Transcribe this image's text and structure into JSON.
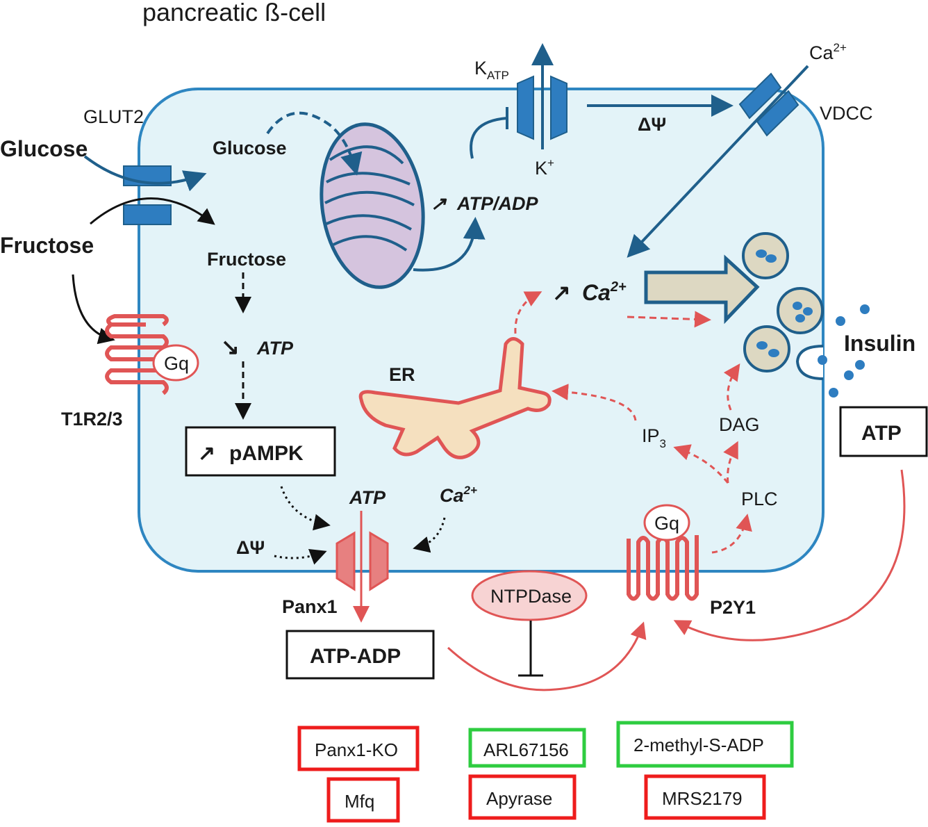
{
  "title": "pancreatic ß-cell",
  "labels": {
    "glut2": "GLUT2",
    "glucose_outside": "Glucose",
    "fructose_outside": "Fructose",
    "glucose_inside": "Glucose",
    "fructose_inside": "Fructose",
    "t1r23": "T1R2/3",
    "gq_t1r": "Gq",
    "katp_k": "K",
    "katp_sub": "ATP",
    "k_ion": "K",
    "k_ion_sup": "+",
    "ca_out": "Ca",
    "ca_out_sup": "2+",
    "vdcc": "VDCC",
    "delta_psi_top": "ΔΨ",
    "atp_adp_ratio": "ATP/ADP",
    "atp_down": "ATP",
    "ampk": "pAMPK",
    "ca_in": "Ca",
    "ca_in_sup": "2+",
    "er": "ER",
    "insulin": "Insulin",
    "atp_box": "ATP",
    "ip3": "IP",
    "ip3_sub": "3",
    "dag": "DAG",
    "plc": "PLC",
    "gq_p2y1": "Gq",
    "p2y1": "P2Y1",
    "atp_panx": "ATP",
    "ca_panx": "Ca",
    "ca_panx_sup": "2+",
    "delta_psi_panx": "ΔΨ",
    "panx1": "Panx1",
    "atp_adp_box": "ATP-ADP",
    "ntpdase": "NTPDase",
    "arrow_up": "↗",
    "arrow_down": "↘"
  },
  "legend": {
    "panx1_ko": "Panx1-KO",
    "mfq": "Mfq",
    "arl": "ARL67156",
    "apyrase": "Apyrase",
    "methyl": "2-methyl-S-ADP",
    "mrs": "MRS2179"
  },
  "colors": {
    "cell_fill": "#e3f3f8",
    "cell_stroke": "#2e86c1",
    "dark_blue": "#1f5f8b",
    "channel_blue": "#2e7dc0",
    "red": "#e05555",
    "er_fill": "#f5e0bf",
    "mito_fill": "#d5c4de",
    "vesicle_fill": "#ddd8c2",
    "big_arrow": "#ddd8c2",
    "ntpdase_fill": "#f7d3d3",
    "box_red": "#ee1c1c",
    "box_green": "#2ecc40"
  }
}
